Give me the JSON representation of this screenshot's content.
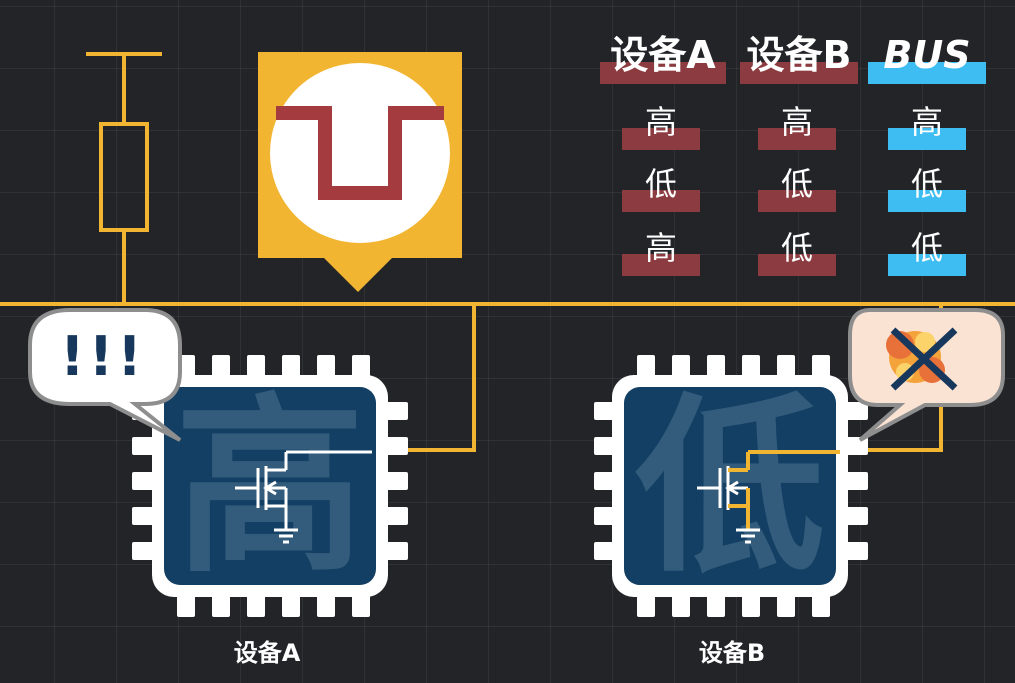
{
  "table": {
    "headers": [
      "设备A",
      "设备B",
      "BUS"
    ],
    "rows": [
      [
        "高",
        "高",
        "高"
      ],
      [
        "低",
        "低",
        "低"
      ],
      [
        "高",
        "低",
        "低"
      ]
    ]
  },
  "chips": [
    {
      "label": "设备A",
      "state": "高"
    },
    {
      "label": "设备B",
      "state": "低"
    }
  ],
  "alert_text": "!!!",
  "colors": {
    "background": "#222428",
    "wire": "#f2b531",
    "chip": "#123f63",
    "table_red": "#8c3b40",
    "table_blue": "#3dbdf2",
    "signal": "#a33b3f"
  },
  "icons": [
    "resistor-icon",
    "pulse-icon",
    "alert-bubble-icon",
    "explosion-icon",
    "mosfet-icon",
    "ground-icon"
  ]
}
